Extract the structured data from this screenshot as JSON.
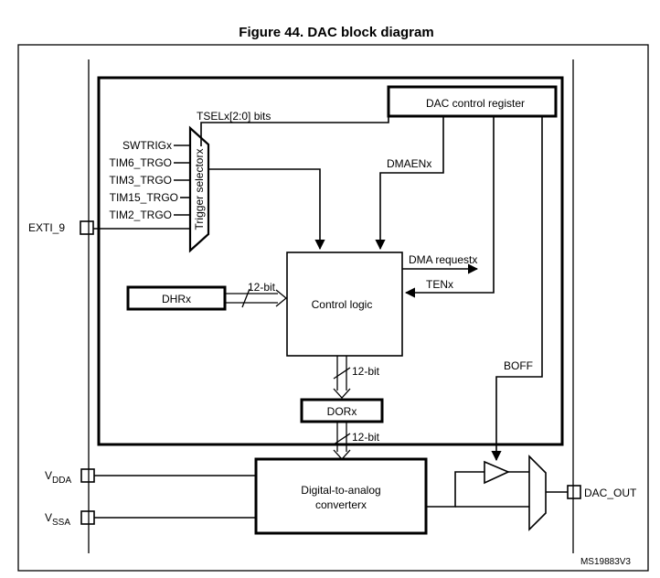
{
  "figure": {
    "title": "Figure 44. DAC block diagram",
    "ref_code": "MS19883V3"
  },
  "blocks": {
    "dac_control_register": "DAC control register",
    "control_logic": "Control logic",
    "dhr": "DHRx",
    "dor": "DORx",
    "converter_line1": "Digital-to-analog",
    "converter_line2": "converterx",
    "trigger_selector": "Trigger selectorx"
  },
  "signals": {
    "tsel": "TSELx[2:0] bits",
    "dmaen": "DMAENx",
    "dma_request": "DMA requestx",
    "ten": "TENx",
    "boff": "BOFF",
    "bits_dhr": "12-bit",
    "bits_dor_in": "12-bit",
    "bits_dor_out": "12-bit"
  },
  "trigger_inputs": [
    "SWTRIGx",
    "TIM6_TRGO",
    "TIM3_TRGO",
    "TIM15_TRGO",
    "TIM2_TRGO"
  ],
  "pins": {
    "exti": "EXTI_9",
    "vdda_main": "V",
    "vdda_sub": "DDA",
    "vssa_main": "V",
    "vssa_sub": "SSA",
    "dac_out": "DAC_OUT"
  }
}
